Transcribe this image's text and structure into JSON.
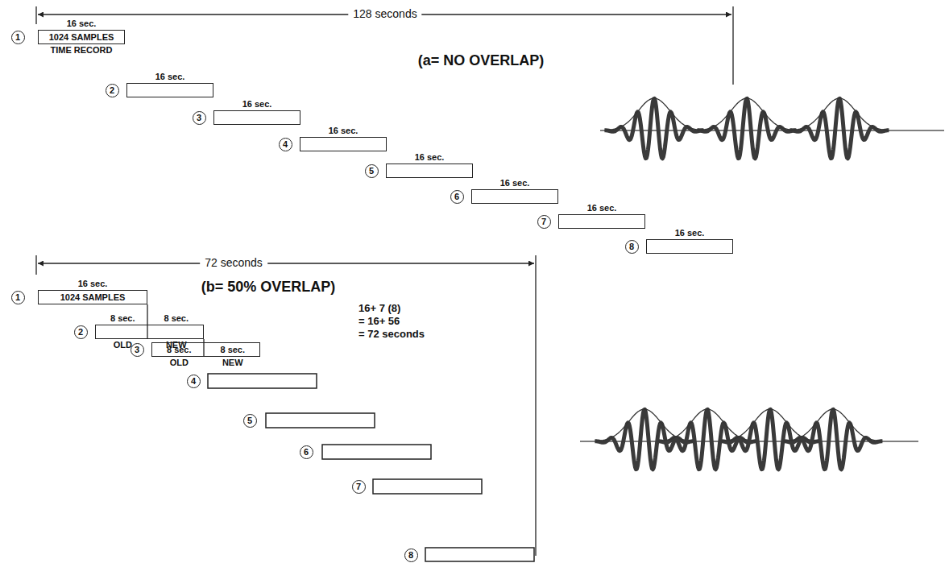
{
  "diagram": {
    "nodes": [
      {
        "text": [
          "1"
        ]
      },
      {
        "text": [
          "16 sec.",
          "1024 SAMPLES",
          "TIME RECORD"
        ]
      },
      {
        "text": [
          "2"
        ]
      },
      {
        "text": [
          "16 sec."
        ]
      },
      {
        "text": [
          "3"
        ]
      },
      {
        "text": [
          "16 sec."
        ]
      },
      {
        "text": [
          "4"
        ]
      },
      {
        "text": [
          "16 sec."
        ]
      },
      {
        "text": [
          "5"
        ]
      },
      {
        "text": [
          "16 sec."
        ]
      },
      {
        "text": [
          "6"
        ]
      },
      {
        "text": [
          "16 sec."
        ]
      },
      {
        "text": [
          "7"
        ]
      },
      {
        "text": [
          "16 sec."
        ]
      },
      {
        "text": [
          "8"
        ]
      },
      {
        "text": [
          "16 sec."
        ]
      },
      {
        "text": [
          "1"
        ]
      },
      {
        "text": [
          "16 sec.",
          "1024 SAMPLES"
        ]
      },
      {
        "text": [
          "2"
        ]
      },
      {
        "text": [
          "8 sec.",
          "8 sec.",
          "OLD",
          "NEW"
        ]
      },
      {
        "text": [
          "3"
        ]
      },
      {
        "text": [
          "8 sec.",
          "8 sec.",
          "OLD",
          "NEW"
        ]
      },
      {
        "text": [
          "4"
        ]
      },
      {
        "text": [
          "5"
        ]
      },
      {
        "text": [
          "6"
        ]
      },
      {
        "text": [
          "7"
        ]
      },
      {
        "text": [
          "8"
        ]
      }
    ],
    "labels": [
      "128 seconds",
      "(a= NO OVERLAP)",
      "72 seconds",
      "(b= 50% OVERLAP)",
      "16+ 7 (8)",
      "= 16+ 56",
      "= 72 seconds"
    ]
  }
}
